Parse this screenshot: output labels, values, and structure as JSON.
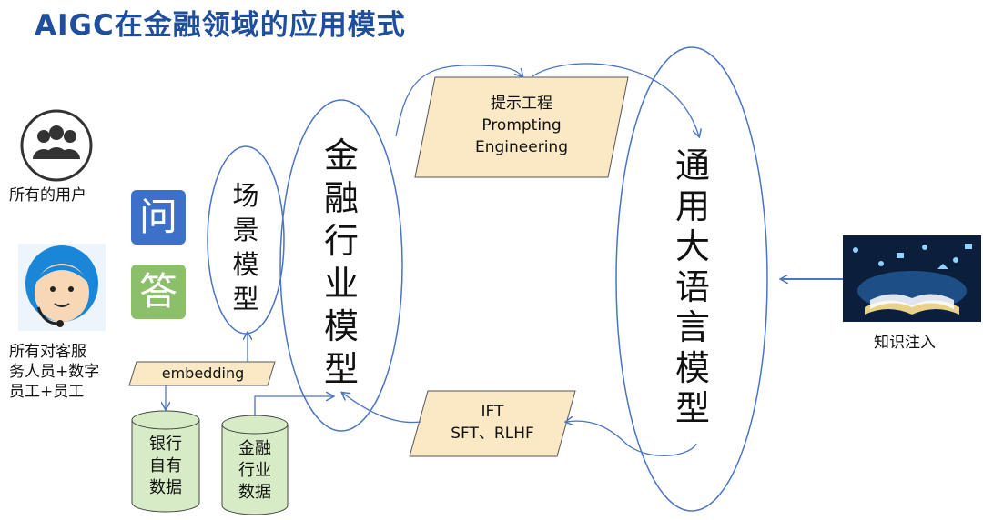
{
  "title": "AIGC在金融领域的应用模式",
  "users": {
    "all_users_label": "所有的用户",
    "service_staff_label_lines": [
      "所有对客服",
      "务人员+数字",
      "员工+员工"
    ]
  },
  "qa": {
    "ask": "问",
    "answer": "答",
    "ask_color": "#3d70c9",
    "answer_color": "#8cbf6a"
  },
  "scenario_model": [
    "场",
    "景",
    "模",
    "型"
  ],
  "finance_model": [
    "金",
    "融",
    "行",
    "业",
    "模",
    "型"
  ],
  "general_llm": [
    "通",
    "用",
    "大",
    "语",
    "言",
    "模",
    "型"
  ],
  "prompting_box": [
    "提示工程",
    "Prompting",
    "Engineering"
  ],
  "ift_box": [
    "IFT",
    "SFT、RLHF"
  ],
  "embedding_label": "embedding",
  "bank_data": [
    "银行",
    "自有",
    "数据"
  ],
  "industry_data": [
    "金融",
    "行业",
    "数据"
  ],
  "knowledge_label": "知识注入",
  "colors": {
    "title": "#1f4e9c",
    "line": "#4a74c4",
    "box_fill": "#fbe9c6",
    "cyl_fill": "#d6ebc6"
  }
}
